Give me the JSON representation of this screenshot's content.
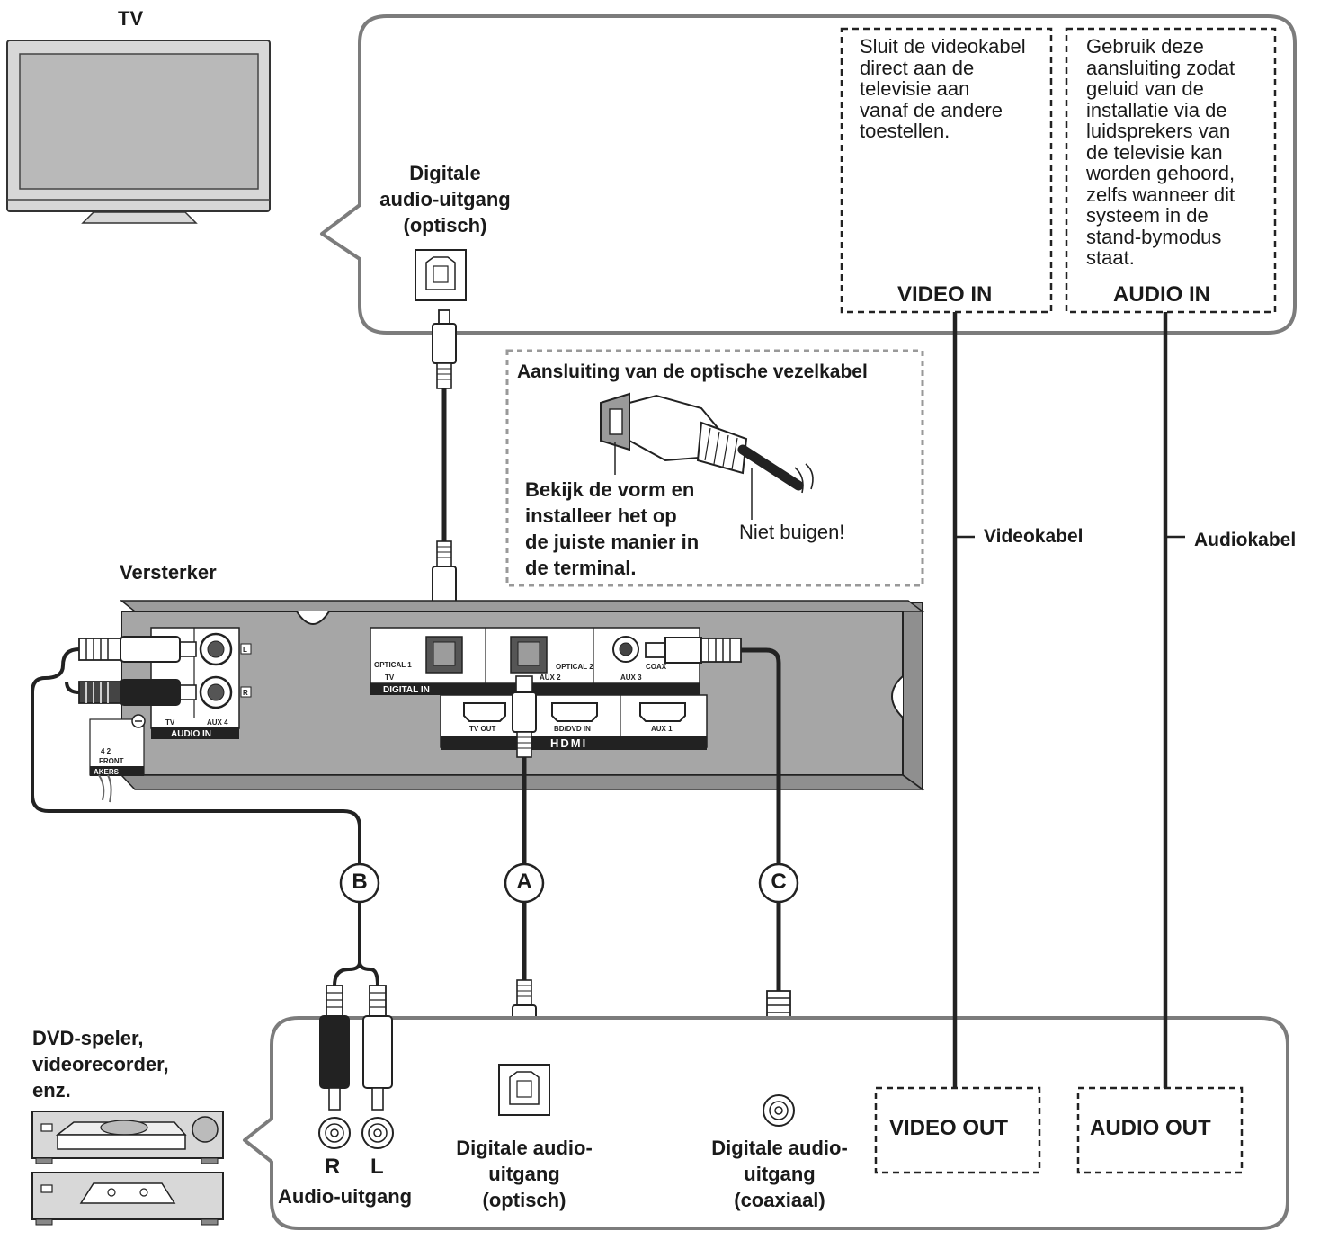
{
  "labels": {
    "tv": "TV",
    "tv_digital_out": "Digitale\naudio-uitgang\n(optisch)",
    "video_in_note": "Sluit de videokabel\ndirect aan de\ntelevisie aan\nvanaf de andere\ntoestellen.",
    "video_in": "VIDEO IN",
    "audio_in_note": "Gebruik deze\naansluiting zodat\ngeluid van de\ninstallatie via de\nluidsprekers van\nde televisie kan\nworden gehoord,\nzelfs wanneer dit\nsysteem in de\nstand-bymodus\nstaat.",
    "audio_in": "AUDIO IN",
    "optical_title": "Aansluiting van de optische vezelkabel",
    "optical_shape_note": "Bekijk de vorm en\ninstalleer het op\nde juiste manier in\nde terminal.",
    "no_bend": "Niet buigen!",
    "videokabel": "Videokabel",
    "audiokabel": "Audiokabel",
    "versterker": "Versterker",
    "badge_a": "A",
    "badge_b": "B",
    "badge_c": "C",
    "source_devices": "DVD-speler,\nvideorecorder,\nenz.",
    "r": "R",
    "l": "L",
    "audio_uitgang": "Audio-uitgang",
    "digital_optical_out": "Digitale audio-\nuitgang\n(optisch)",
    "digital_coax_out": "Digitale audio-\nuitgang\n(coaxiaal)",
    "video_out": "VIDEO OUT",
    "audio_out": "AUDIO OUT"
  },
  "panel": {
    "optical1": "OPTICAL 1",
    "tv": "TV",
    "optical2": "OPTICAL 2",
    "aux2": "AUX 2",
    "aux3": "AUX 3",
    "coax": "COAX",
    "digital_in": "DIGITAL IN",
    "tv_out": "TV OUT",
    "bd_dvd_in": "BD/DVD IN",
    "aux1": "AUX 1",
    "hdmi": "HDMI",
    "audio_tv": "TV",
    "aux4": "AUX 4",
    "audio_in": "AUDIO IN",
    "l": "L",
    "r": "R",
    "front": "FRONT",
    "akers": "AKERS",
    "num": "4 2"
  }
}
